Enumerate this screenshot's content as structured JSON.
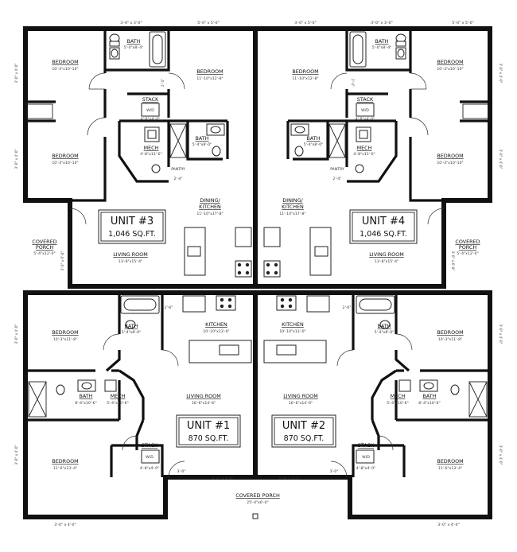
{
  "title": "",
  "units": [
    {
      "id": "unit3",
      "label": "UNIT #3",
      "area": "1,046 SQ.FT."
    },
    {
      "id": "unit4",
      "label": "UNIT #4",
      "area": "1,046 SQ.FT."
    },
    {
      "id": "unit1",
      "label": "UNIT #1",
      "area": "870 SQ.FT."
    },
    {
      "id": "unit2",
      "label": "UNIT #2",
      "area": "870 SQ.FT."
    }
  ],
  "rooms": {
    "u3_bed_top": {
      "name": "BEDROOM",
      "dim": "10'-3\"x10'-10\""
    },
    "u3_bed_mid": {
      "name": "BEDROOM",
      "dim": "11'-10\"x12'-8\""
    },
    "u3_bed_low": {
      "name": "BEDROOM",
      "dim": "10'-3\"x10'-10\""
    },
    "u3_bath_top": {
      "name": "BATH",
      "dim": "5'-0\"x8'-4\""
    },
    "u3_stack": {
      "name": "STACK",
      "sub": "W/D",
      "dim": "4'-8\"x4'-0\""
    },
    "u3_mech": {
      "name": "MECH",
      "dim": "4'-8\"x11'-0\""
    },
    "u3_bath_mid": {
      "name": "BATH",
      "dim": "5'-4\"x8'-0\""
    },
    "u3_pantry": {
      "name": "PANTRY"
    },
    "u3_dining": {
      "name": "DINING/",
      "name2": "KITCHEN",
      "dim": "11'-10\"x17'-8\""
    },
    "u3_living": {
      "name": "LIVING ROOM",
      "dim": "13'-8\"x15'-4\""
    },
    "u3_porch": {
      "name": "COVERED",
      "name2": "PORCH",
      "dim": "5'-4\"x12'-0\""
    },
    "u4_bed_top": {
      "name": "BEDROOM",
      "dim": "10'-3\"x10'-10\""
    },
    "u4_bed_mid": {
      "name": "BEDROOM",
      "dim": "11'-10\"x12'-8\""
    },
    "u4_bed_low": {
      "name": "BEDROOM",
      "dim": "10'-3\"x10'-10\""
    },
    "u4_bath_top": {
      "name": "BATH",
      "dim": "5'-0\"x8'-4\""
    },
    "u4_stack": {
      "name": "STACK",
      "sub": "W/D",
      "dim": "4'-8\"x4'-0\""
    },
    "u4_mech": {
      "name": "MECH",
      "dim": "4'-8\"x11'-0\""
    },
    "u4_bath_mid": {
      "name": "BATH",
      "dim": "5'-4\"x8'-0\""
    },
    "u4_pantry": {
      "name": "PANTRY"
    },
    "u4_dining": {
      "name": "DINING/",
      "name2": "KITCHEN",
      "dim": "11'-10\"x17'-8\""
    },
    "u4_living": {
      "name": "LIVING ROOM",
      "dim": "13'-8\"x15'-4\""
    },
    "u4_porch": {
      "name": "COVERED",
      "name2": "PORCH",
      "dim": "5'-4\"x12'-0\""
    },
    "u1_bed_top": {
      "name": "BEDROOM",
      "dim": "10'-3\"x11'-8\""
    },
    "u1_bath_top": {
      "name": "BATH",
      "dim": "5'-4\"x8'-0\""
    },
    "u1_kitchen": {
      "name": "KITCHEN",
      "dim": "10'-10\"x13'-0\""
    },
    "u1_bath_mid": {
      "name": "BATH",
      "dim": "8'-4\"x10'-6\""
    },
    "u1_mech": {
      "name": "MECH",
      "dim": "5'-4\"x10'-6\""
    },
    "u1_living": {
      "name": "LIVING ROOM",
      "dim": "16'-6\"x14'-6\""
    },
    "u1_bed_low": {
      "name": "BEDROOM",
      "dim": "11'-6\"x13'-4\""
    },
    "u1_stack": {
      "name": "STACK",
      "sub": "W/D",
      "dim": "4'-8\"x4'-0\""
    },
    "u2_bed_top": {
      "name": "BEDROOM",
      "dim": "10'-3\"x11'-8\""
    },
    "u2_bath_top": {
      "name": "BATH",
      "dim": "5'-4\"x8'-0\""
    },
    "u2_kitchen": {
      "name": "KITCHEN",
      "dim": "10'-10\"x13'-0\""
    },
    "u2_bath_mid": {
      "name": "BATH",
      "dim": "8'-4\"x10'-6\""
    },
    "u2_mech": {
      "name": "MECH",
      "dim": "5'-4\"x10'-6\""
    },
    "u2_living": {
      "name": "LIVING ROOM",
      "dim": "16'-6\"x14'-6\""
    },
    "u2_bed_low": {
      "name": "BEDROOM",
      "dim": "11'-6\"x13'-4\""
    },
    "u2_stack": {
      "name": "STACK",
      "sub": "W/D",
      "dim": "4'-8\"x4'-0\""
    },
    "front_porch": {
      "name": "COVERED PORCH",
      "dim": "25'-4\"x6'-0\""
    }
  },
  "window_dims": {
    "top_a": "3'-0\" x 3'-0\"",
    "top_b": "5'-0\" x 5'-0\"",
    "top_c": "3'-0\" x 5'-0\"",
    "top_d": "3'-0\" x 3'-0\"",
    "top_e": "5'-0\" x 5'-0\"",
    "side_a": "3'-0\" x 4'-0\"",
    "side_b": "3'-0\" x 4'-0\"",
    "side_c": "3'-0\" x 6'-8\"",
    "bottom_a": "3'-0\" x 4'-0\"",
    "bottom_b": "5'-0\" x 5'-0\"",
    "bottom_c": "5'-0\" x 5'-0\"",
    "bottom_d": "3'-0\" x 4'-0\"",
    "door_a": "3'-0\"",
    "door_b": "2'-4\"",
    "door_c": "2'-6\""
  },
  "colors": {
    "line": "#111111",
    "fixture_fill": "#cfcfcf",
    "background": "#ffffff"
  }
}
